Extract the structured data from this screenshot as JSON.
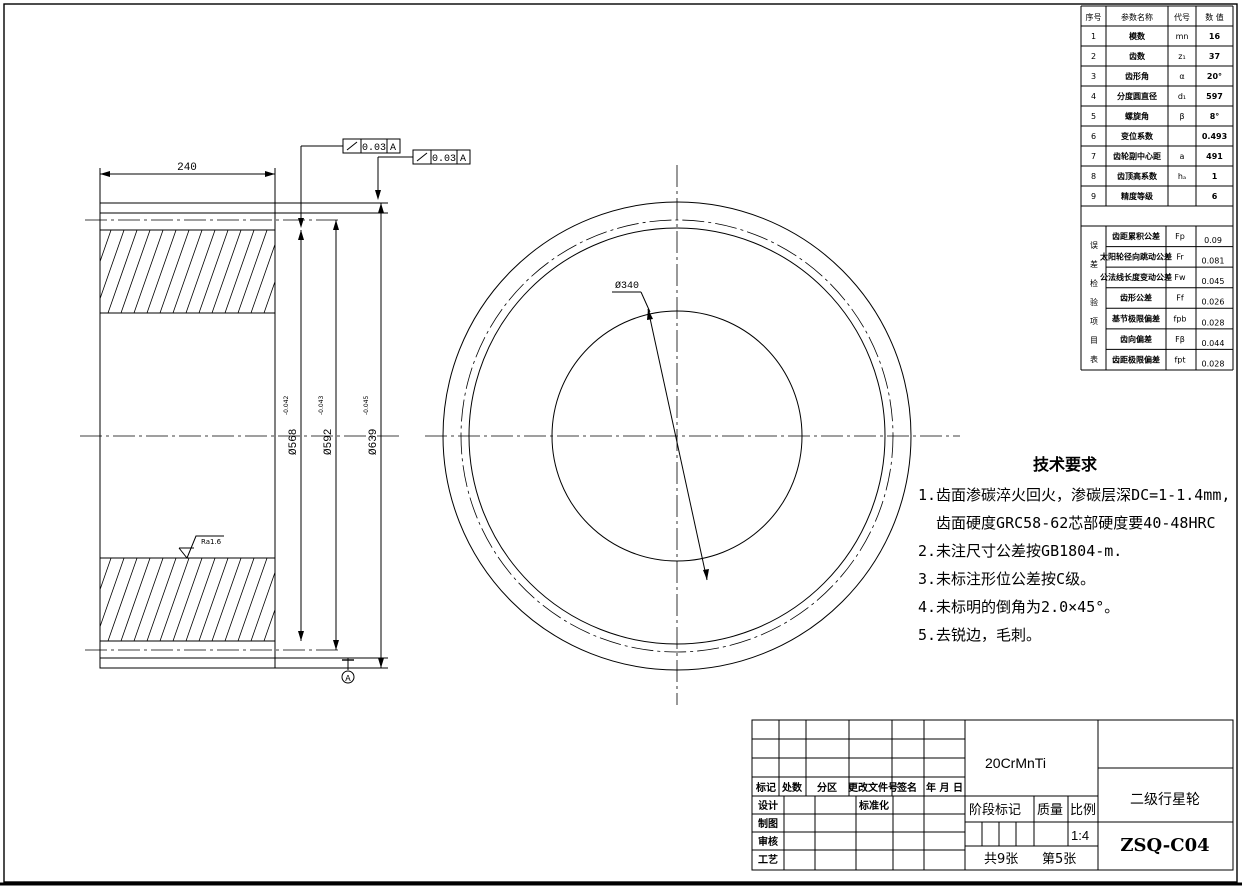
{
  "side_view": {
    "width_dim": "240",
    "dia_inner": "Ø568",
    "dia_inner_tol": "-0.042",
    "dia_pitch": "Ø592",
    "dia_pitch_tol": "-0.043",
    "dia_outer": "Ø639",
    "dia_outer_tol": "-0.045",
    "runout_1": "0.03",
    "runout_1_datum": "A",
    "runout_2": "0.03",
    "runout_2_datum": "A",
    "roughness": "Ra1.6",
    "datum_label": "A"
  },
  "front_view": {
    "bore_dim": "Ø340"
  },
  "param_table": {
    "headers": [
      "序号",
      "参数名称",
      "代号",
      "数 值"
    ],
    "rows": [
      {
        "no": "1",
        "name": "模数",
        "sym": "mn",
        "val": "16"
      },
      {
        "no": "2",
        "name": "齿数",
        "sym": "z₁",
        "val": "37"
      },
      {
        "no": "3",
        "name": "齿形角",
        "sym": "α",
        "val": "20°"
      },
      {
        "no": "4",
        "name": "分度圆直径",
        "sym": "d₁",
        "val": "597"
      },
      {
        "no": "5",
        "name": "螺旋角",
        "sym": "β",
        "val": "8°"
      },
      {
        "no": "6",
        "name": "变位系数",
        "sym": "",
        "val": "0.493"
      },
      {
        "no": "7",
        "name": "齿轮副中心距",
        "sym": "a",
        "val": "491"
      },
      {
        "no": "8",
        "name": "齿顶高系数",
        "sym": "hₐ",
        "val": "1"
      },
      {
        "no": "9",
        "name": "精度等级",
        "sym": "",
        "val": "6"
      }
    ],
    "group_label_chars": [
      "误",
      "差",
      "检",
      "验",
      "项",
      "目",
      "表"
    ],
    "tolerance_rows": [
      {
        "name": "齿距累积公差",
        "sym": "Fp",
        "val": "0.09"
      },
      {
        "name": "太阳轮径向跳动公差",
        "sym": "Fr",
        "val": "0.081"
      },
      {
        "name": "公法线长度变动公差",
        "sym": "Fw",
        "val": "0.045"
      },
      {
        "name": "齿形公差",
        "sym": "Ff",
        "val": "0.026"
      },
      {
        "name": "基节极限偏差",
        "sym": "fpb",
        "val": "0.028"
      },
      {
        "name": "齿向偏差",
        "sym": "Fβ",
        "val": "0.044"
      },
      {
        "name": "齿距极限偏差",
        "sym": "fpt",
        "val": "0.028"
      }
    ]
  },
  "tech_requirements": {
    "title": "技术要求",
    "lines": [
      "1.齿面渗碳淬火回火，渗碳层深DC=1-1.4mm,",
      "  齿面硬度GRC58-62芯部硬度要40-48HRC",
      "2.未注尺寸公差按GB1804-m.",
      "3.未标注形位公差按C级。",
      "4.未标明的倒角为2.0×45°。",
      "5.去锐边，毛刺。"
    ]
  },
  "title_block": {
    "material": "20CrMnTi",
    "part_name": "二级行星轮",
    "drawing_no": "ZSQ-C04",
    "rev_headers": [
      "标记",
      "处数",
      "分区",
      "更改文件号",
      "签名",
      "年 月 日"
    ],
    "role_labels": [
      "设计",
      "制图",
      "审核",
      "工艺"
    ],
    "standardize": "标准化",
    "stage_mark": "阶段标记",
    "mass": "质量",
    "scale_label": "比例",
    "scale_value": "1:4",
    "sheets_total": "共9张",
    "sheet_no": "第5张"
  }
}
